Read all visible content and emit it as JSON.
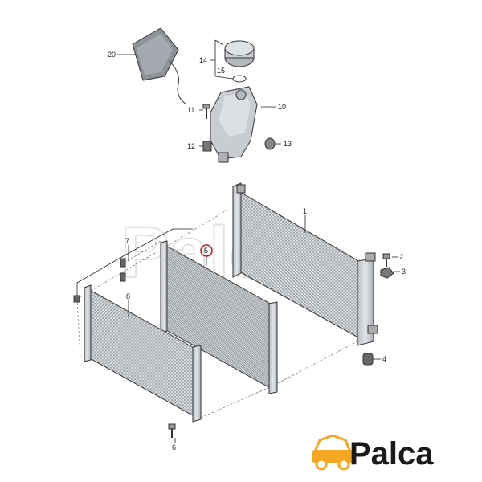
{
  "callouts": {
    "c1": "1",
    "c2": "2",
    "c3": "3",
    "c4": "4",
    "c5": "5",
    "c6": "6",
    "c7": "7",
    "c8": "8",
    "c10": "10",
    "c11": "11",
    "c12": "12",
    "c13": "13",
    "c14": "14",
    "c15": "15",
    "c20": "20"
  },
  "highlight_color": "#c0182a",
  "logo": {
    "text": "Palca",
    "accent_color": "#f5a623"
  },
  "watermark": {
    "text": "Palca"
  }
}
